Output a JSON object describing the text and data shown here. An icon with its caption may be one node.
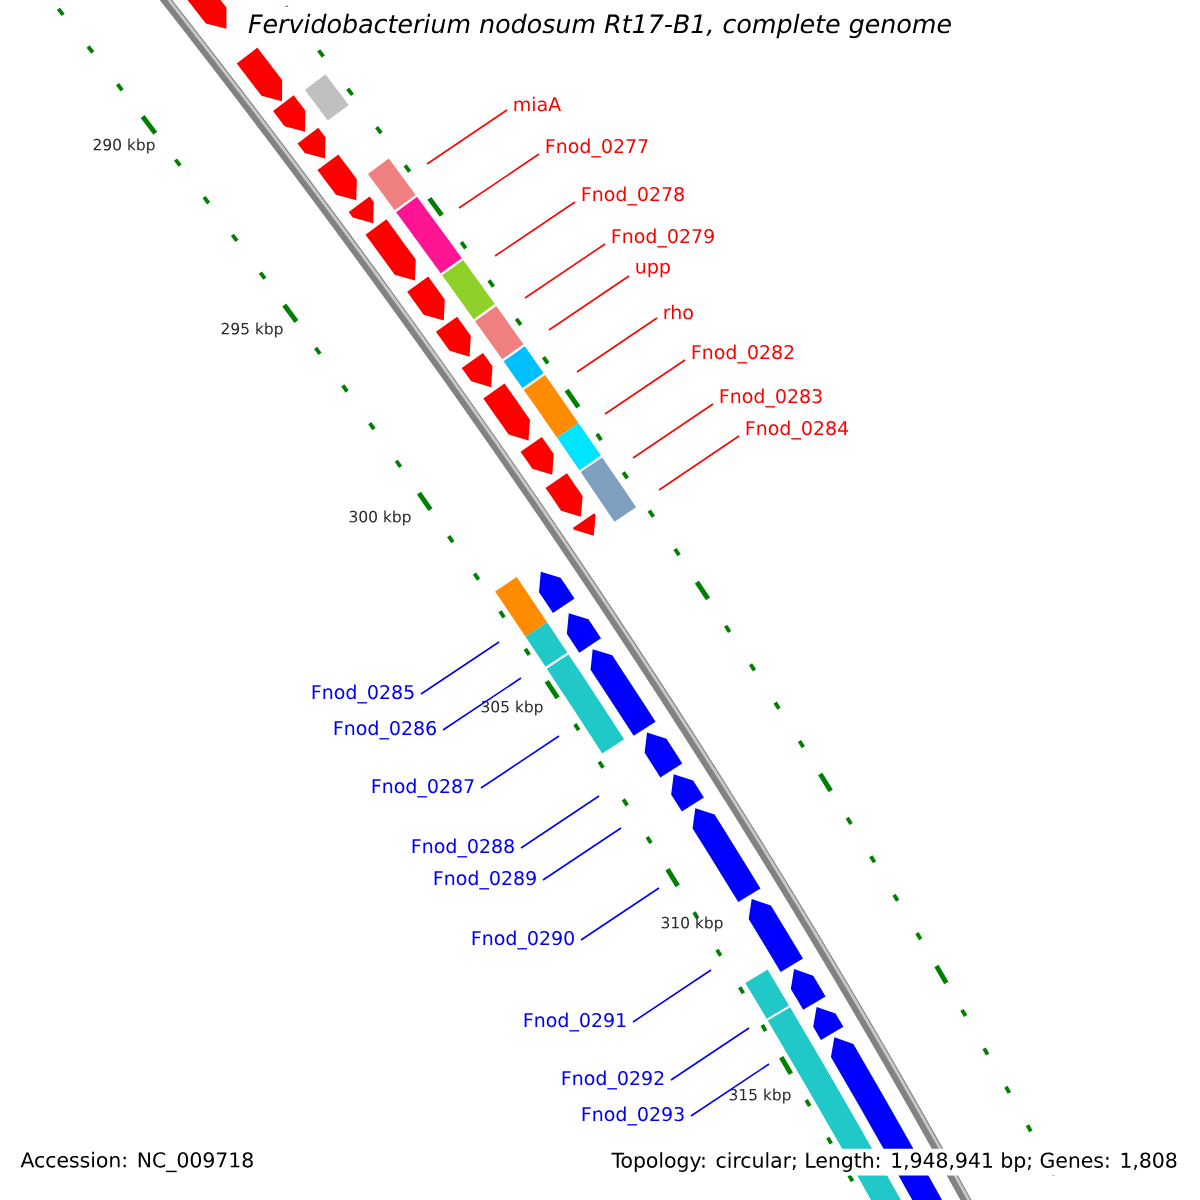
{
  "diagram": {
    "title": "Fervidobacterium nodosum Rt17-B1, complete genome",
    "nodes": [
      {
        "text": [
          "miaA"
        ]
      },
      {
        "text": [
          "Fnod_0277"
        ]
      },
      {
        "text": [
          "Fnod_0278"
        ]
      },
      {
        "text": [
          "Fnod_0279"
        ]
      },
      {
        "text": [
          "upp"
        ]
      },
      {
        "text": [
          "rho"
        ]
      },
      {
        "text": [
          "Fnod_0282"
        ]
      },
      {
        "text": [
          "Fnod_0283"
        ]
      },
      {
        "text": [
          "Fnod_0284"
        ]
      },
      {
        "text": [
          "Fnod_0285"
        ]
      },
      {
        "text": [
          "Fnod_0286"
        ]
      },
      {
        "text": [
          "Fnod_0287"
        ]
      },
      {
        "text": [
          "Fnod_0288"
        ]
      },
      {
        "text": [
          "Fnod_0289"
        ]
      },
      {
        "text": [
          "Fnod_0290"
        ]
      },
      {
        "text": [
          "Fnod_0291"
        ]
      },
      {
        "text": [
          "Fnod_0292"
        ]
      },
      {
        "text": [
          "Fnod_0293"
        ]
      }
    ],
    "edges": [
      {
        "from": 0,
        "to": null,
        "arrow": "none",
        "color": "#ff0000"
      },
      {
        "from": 1,
        "to": null,
        "arrow": "none",
        "color": "#ff0000"
      },
      {
        "from": 2,
        "to": null,
        "arrow": "none",
        "color": "#ff0000"
      },
      {
        "from": 3,
        "to": null,
        "arrow": "none",
        "color": "#ff0000"
      },
      {
        "from": 4,
        "to": null,
        "arrow": "none",
        "color": "#ff0000"
      },
      {
        "from": 5,
        "to": null,
        "arrow": "none",
        "color": "#ff0000"
      },
      {
        "from": 6,
        "to": null,
        "arrow": "none",
        "color": "#ff0000"
      },
      {
        "from": 7,
        "to": null,
        "arrow": "none",
        "color": "#ff0000"
      },
      {
        "from": 8,
        "to": null,
        "arrow": "none",
        "color": "#ff0000"
      },
      {
        "from": 9,
        "to": null,
        "arrow": "none",
        "color": "#0000ff"
      },
      {
        "from": 10,
        "to": null,
        "arrow": "none",
        "color": "#0000ff"
      },
      {
        "from": 11,
        "to": null,
        "arrow": "none",
        "color": "#0000ff"
      },
      {
        "from": 12,
        "to": null,
        "arrow": "none",
        "color": "#0000ff"
      },
      {
        "from": 13,
        "to": null,
        "arrow": "none",
        "color": "#0000ff"
      },
      {
        "from": 14,
        "to": null,
        "arrow": "none",
        "color": "#0000ff"
      },
      {
        "from": 15,
        "to": null,
        "arrow": "none",
        "color": "#0000ff"
      },
      {
        "from": 16,
        "to": null,
        "arrow": "none",
        "color": "#0000ff"
      },
      {
        "from": 17,
        "to": null,
        "arrow": "none",
        "color": "#0000ff"
      }
    ],
    "labels": [
      "290 kbp",
      "295 kbp",
      "300 kbp",
      "305 kbp",
      "310 kbp",
      "315 kbp",
      "Accession: NC_009718",
      "Topology: circular; Length: 1,948,941 bp; Genes: 1,808"
    ]
  }
}
